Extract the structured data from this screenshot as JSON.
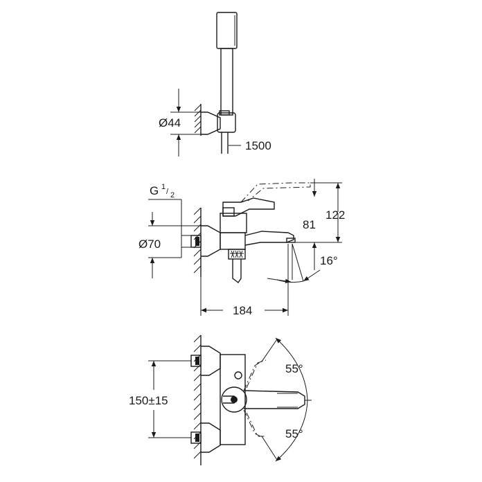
{
  "dimensions": {
    "handshower_diameter": "Ø44",
    "hose_length": "1500",
    "thread_g": "G",
    "thread_num": "1",
    "thread_den": "2",
    "rosette_diameter": "Ø70",
    "height_lever": "122",
    "height_spout": "81",
    "spout_angle": "16°",
    "projection": "184",
    "lever_angle_up": "55°",
    "lever_angle_down": "55°",
    "centre_distance": "150±15"
  }
}
